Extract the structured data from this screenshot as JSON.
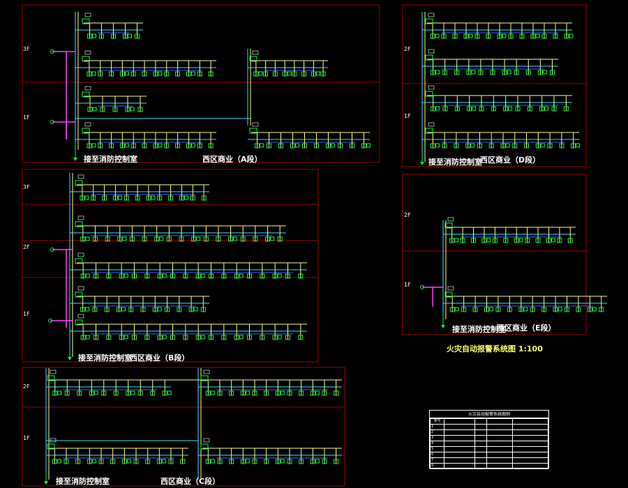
{
  "panels": [
    {
      "id": "A",
      "floors": [
        "3F",
        "1F"
      ],
      "caption_left": "接至消防控制室",
      "caption_right": "西区商业（A段）"
    },
    {
      "id": "D",
      "floors": [
        "2F",
        "1F"
      ],
      "caption_left": "接至消防控制室",
      "caption_right": "西区商业（D段）"
    },
    {
      "id": "B",
      "floors": [
        "3F",
        "2F",
        "1F"
      ],
      "caption_left": "接至消防控制室",
      "caption_right": "西区商业（B段）"
    },
    {
      "id": "E",
      "floors": [
        "2F",
        "1F"
      ],
      "caption_left": "接至消防控制室",
      "caption_right": "西区商业（E段）"
    },
    {
      "id": "C",
      "floors": [
        "2F",
        "1F"
      ],
      "caption_left": "接至消防控制室",
      "caption_right": "西区商业（C段）"
    }
  ],
  "drawing_title": "火灾自动报警系统图  1:100",
  "legend": {
    "title": "火灾自动报警系统图例",
    "columns": [
      "序号",
      "",
      "",
      "",
      ""
    ],
    "rows": [
      [
        "1",
        "",
        "",
        "",
        ""
      ],
      [
        "2",
        "",
        "",
        "",
        ""
      ],
      [
        "3",
        "",
        "",
        "",
        ""
      ],
      [
        "4",
        "",
        "",
        "",
        ""
      ],
      [
        "5",
        "",
        "",
        "",
        ""
      ],
      [
        "6",
        "",
        "",
        "",
        ""
      ],
      [
        "7",
        "",
        "",
        "",
        ""
      ],
      [
        "8",
        "",
        "",
        "",
        ""
      ]
    ]
  },
  "colors": {
    "frame": "#a00000",
    "bus_yellow": "#ffff80",
    "riser_cyan": "#40e0ff",
    "device_green": "#00ff40",
    "label_blue": "#4060ff",
    "input_magenta": "#ff40ff",
    "text_white": "#ffffff"
  }
}
